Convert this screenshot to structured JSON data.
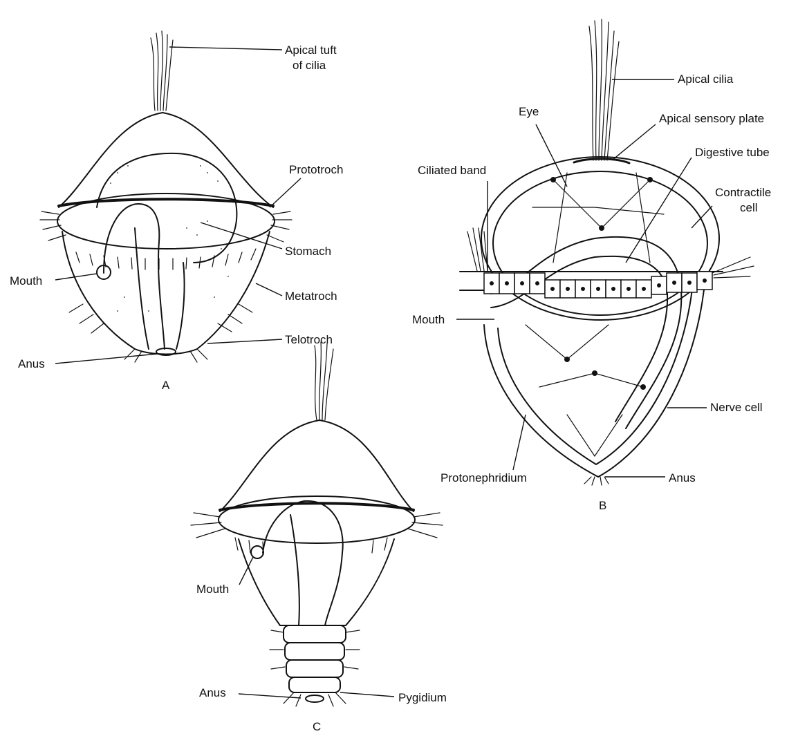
{
  "figure": {
    "panels": {
      "a": {
        "letter": "A",
        "labels": {
          "apical_tuft_1": "Apical tuft",
          "apical_tuft_2": "of cilia",
          "prototroch": "Prototroch",
          "stomach": "Stomach",
          "mouth": "Mouth",
          "metatroch": "Metatroch",
          "telotroch": "Telotroch",
          "anus": "Anus"
        }
      },
      "b": {
        "letter": "B",
        "labels": {
          "apical_cilia": "Apical cilia",
          "eye": "Eye",
          "apical_sensory_plate": "Apical sensory plate",
          "ciliated_band": "Ciliated band",
          "digestive_tube": "Digestive tube",
          "contractile_cell_1": "Contractile",
          "contractile_cell_2": "cell",
          "mouth": "Mouth",
          "nerve_cell": "Nerve cell",
          "protonephridium": "Protonephridium",
          "anus": "Anus"
        }
      },
      "c": {
        "letter": "C",
        "labels": {
          "mouth": "Mouth",
          "anus": "Anus",
          "pygidium": "Pygidium"
        }
      }
    },
    "style": {
      "ink": "#111111",
      "stipple": "#555555",
      "background": "#ffffff"
    }
  }
}
